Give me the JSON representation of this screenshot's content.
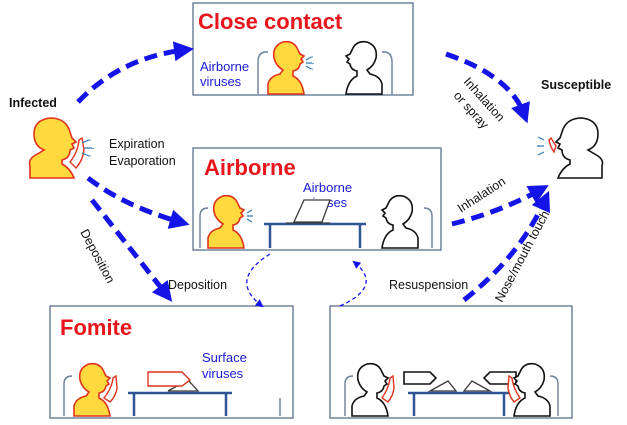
{
  "panels": {
    "close_contact": {
      "title": "Close contact",
      "label_line1": "Airborne",
      "label_line2": "viruses"
    },
    "airborne": {
      "title": "Airborne",
      "label_line1": "Airborne",
      "label_line2": "viruses"
    },
    "fomite": {
      "title": "Fomite",
      "label_line1": "Surface",
      "label_line2": "viruses"
    }
  },
  "nodes": {
    "infected": "Infected",
    "susceptible": "Susceptible"
  },
  "labels": {
    "expiration": "Expiration",
    "evaporation": "Evaporation",
    "deposition_diagonal": "Deposition",
    "deposition": "Deposition",
    "resuspension": "Resuspension",
    "inhalation_or_spray_line1": "Inhalation",
    "inhalation_or_spray_line2": "or spray",
    "inhalation": "Inhalation",
    "nose_mouth_touch": "Nose/mouth touch"
  },
  "colors": {
    "arrow": "#1414e6",
    "title": "#e8161c",
    "infected_head": "#ffd93d",
    "panel_border": "#5a6f8e"
  }
}
